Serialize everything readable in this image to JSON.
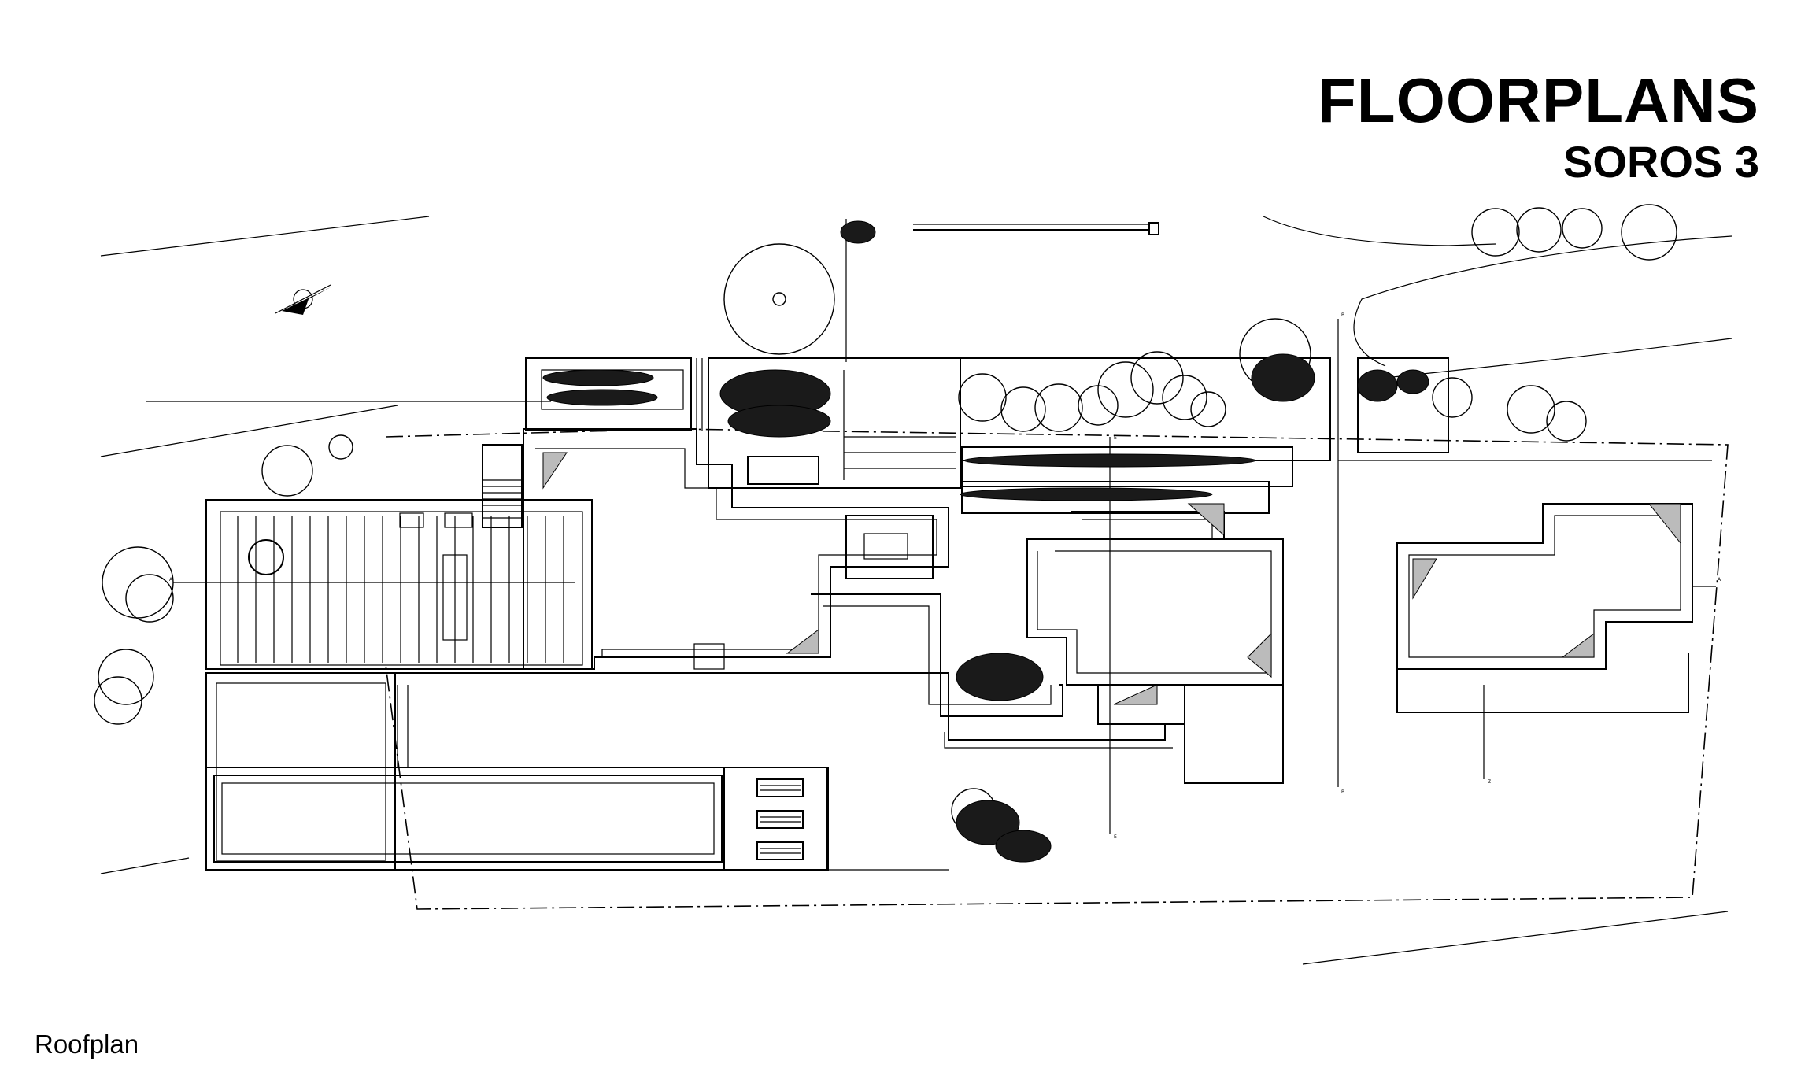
{
  "title": "FLOORPLANS",
  "subtitle": "SOROS 3",
  "caption": "Roofplan",
  "section_markers": [
    "A",
    "A",
    "B",
    "B",
    "E",
    "E",
    "Z"
  ]
}
